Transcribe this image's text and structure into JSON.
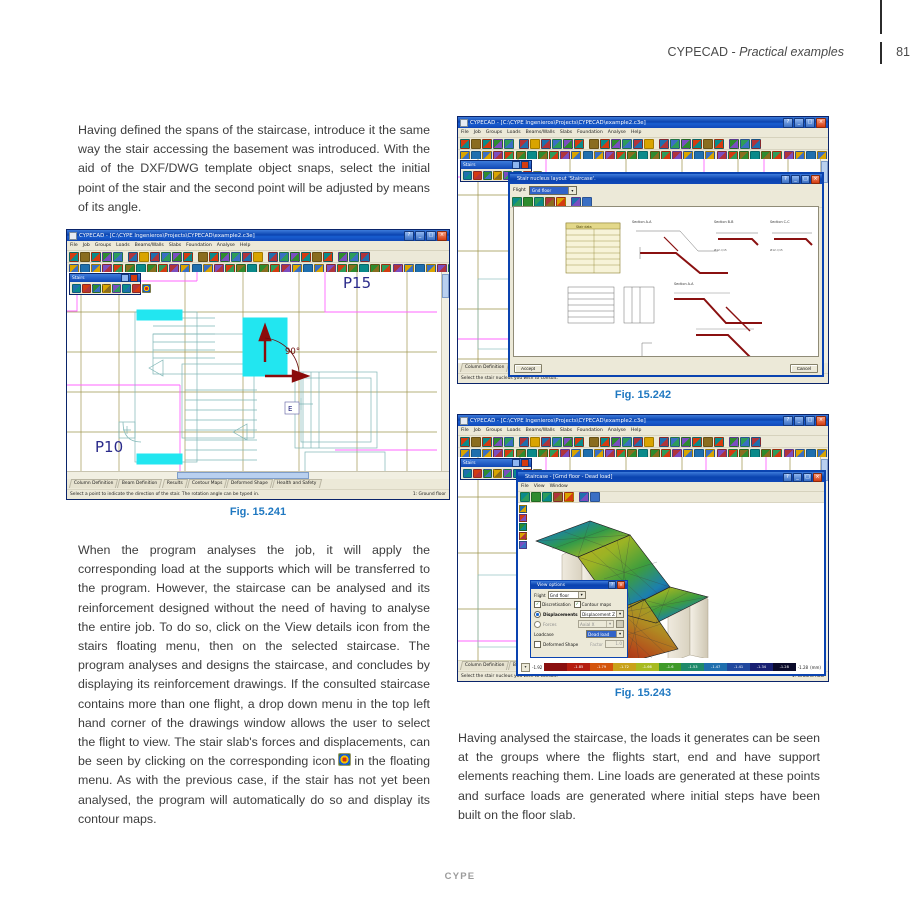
{
  "header": {
    "title": "CYPECAD - ",
    "title_italic": "Practical examples",
    "page_number": "81"
  },
  "footer": {
    "brand": "CYPE"
  },
  "body": {
    "para_left_1": "Having defined the spans of the staircase, introduce it the same way the stair accessing the basement was introduced. With the aid of the DXF/DWG template object snaps, select the initial point of the stair and the second point will be adjusted by means of its angle.",
    "para_left_2a": "When the program analyses the job, it will apply the corresponding load at the supports which will be transferred to the program. However, the staircase can be analysed and its reinforcement designed without the need of having to analyse the entire job. To do so, click on the View details icon from the stairs floating menu, then on the selected staircase. The program analyses and designs the staircase, and concludes by displaying its reinforcement drawings. If the consulted staircase contains more than one flight, a drop down menu in the top left hand corner of the drawings window allows the user to select the flight to view. The stair slab's forces and displacements, can be seen by clicking on the corresponding icon",
    "para_left_2b": "in the floating menu. As with the previous case, if the stair has not yet been analysed, the program will automatically do so and display its contour maps.",
    "para_right_1": "Having analysed the staircase, the loads it generates can be seen at the groups where the flights start, end and have support elements reaching them. Line loads are generated at these points and surface loads are generated where initial steps have been built on the floor slab."
  },
  "captions": {
    "fig_241": "Fig. 15.241",
    "fig_242": "Fig. 15.242",
    "fig_243": "Fig. 15.243"
  },
  "app": {
    "window_title": "CYPECAD - [C:\\CYPE Ingenieros\\Projects\\CYPECAD\\example2.c3e]",
    "menus": [
      "File",
      "Job",
      "Groups",
      "Loads",
      "Beams/Walls",
      "Slabs",
      "Foundation",
      "Analyse",
      "Help"
    ],
    "tabs": [
      "Column Definition",
      "Beam Definition",
      "Results",
      "Contour Maps",
      "Deformed Shape",
      "Health and Safety"
    ],
    "palette_title": "Stairs"
  },
  "fig241": {
    "status_text": "Select a point to indicate the direction of the stair. The rotation angle can be typed in.",
    "status_right": "1: Ground floor",
    "labels": {
      "column_p15": "P15",
      "column_p10": "P10",
      "angle": "90°",
      "marker_e": "E"
    }
  },
  "fig242": {
    "dialog_title": "Stair nucleus layout 'Staircase'.",
    "flight_label": "Flight",
    "flight_value": "Gnd floor",
    "accept_label": "Accept",
    "cancel_label": "Cancel",
    "status_text": "Select the stair nucleus you wish to consult.",
    "drawing_labels": [
      "Stair data",
      "Section A-A",
      "Section B-B",
      "Section C-C"
    ]
  },
  "fig243": {
    "inner_title": "Staircase - [Grnd floor - Dead load]",
    "inner_menus": [
      "File",
      "View",
      "Window"
    ],
    "status_right": "1: Ground floor",
    "status_text": "Select the stair nucleus you wish to consult.",
    "view_options": {
      "title": "View options",
      "flight_label": "Flight",
      "flight_value": "Gnd floor",
      "discretisation_label": "Discretisation",
      "discretisation_checked": true,
      "contour_maps_label": "Contour maps",
      "contour_maps_checked": true,
      "displacements_label": "Displacements",
      "displacements_selected": true,
      "displacements_value": "Displacement Z",
      "forces_label": "Forces",
      "forces_value": "Axial X",
      "loadcase_label": "Loadcase",
      "loadcase_value": "Dead load",
      "deformed_shape_label": "Deformed Shape",
      "deformed_shape_checked": false,
      "factor_label": "Factor",
      "factor_value": "1.0"
    },
    "legend": {
      "unit": "(mm)",
      "min_label": "-1.92",
      "max_label": "-1.28",
      "values": [
        "-1.92",
        "-1.85",
        "-1.79",
        "-1.72",
        "-1.66",
        "-1.6",
        "-1.53",
        "-1.47",
        "-1.41",
        "-1.34",
        "-1.28"
      ],
      "colors": [
        "#8a0f0f",
        "#b51d10",
        "#d4540c",
        "#c9a21a",
        "#a8bb20",
        "#3f9a2a",
        "#1f8a6a",
        "#1f6fae",
        "#20489e",
        "#171f72",
        "#0a0a2a"
      ]
    }
  },
  "colors": {
    "caption": "#1f78c1",
    "accent_cyan": "#22e6f0",
    "grid_olive": "#9a9146",
    "grid_magenta": "#ff66ff",
    "dxf_teal": "#7fb6b6",
    "arrow_dark_red": "#8b0b0b",
    "title_blue": "#0a43b0"
  }
}
